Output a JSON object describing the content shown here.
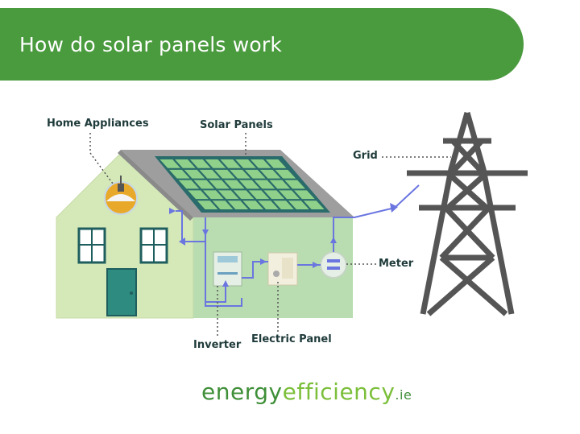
{
  "header": {
    "title": "How do solar panels work"
  },
  "labels": {
    "home_appliances": "Home Appliances",
    "solar_panels": "Solar Panels",
    "grid": "Grid",
    "meter": "Meter",
    "inverter": "Inverter",
    "electric_panel": "Electric Panel"
  },
  "brand": {
    "part1": "energy",
    "part2": "efficiency",
    "part3": ".ie"
  },
  "colors": {
    "banner": "#4a9a3e",
    "house_wall": "#d4e8b8",
    "house_wall_right": "#b9dcb0",
    "roof": "#9a9a9a",
    "panel_fill": "#8fd08a",
    "panel_frame": "#1f5e5e",
    "door": "#2e8b80",
    "flow_arrow": "#6a75e0",
    "pylon": "#555555",
    "appliance": "#e8a92a"
  }
}
